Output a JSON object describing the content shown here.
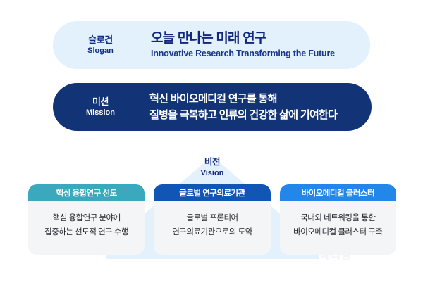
{
  "diagram": {
    "slogan": {
      "label_ko": "슬로건",
      "label_en": "Slogan",
      "headline_ko": "오늘 만나는 미래 연구",
      "headline_en": "Innovative Research Transforming the Future",
      "bg_color": "#e2f1fb",
      "text_color": "#13277d"
    },
    "mission": {
      "label_ko": "미션",
      "label_en": "Mission",
      "line1": "혁신 바이오메디컬 연구를 통해",
      "line2": "질병을 극복하고 인류의 건강한 삶에 기여한다",
      "bg_color": "#123375",
      "text_color": "#ffffff"
    },
    "vision": {
      "label_ko": "비전",
      "label_en": "Vision",
      "roof_color": "#e2f1fb",
      "text_color": "#13277d"
    },
    "strategies": [
      {
        "title": "핵심 융합연구 선도",
        "line1": "핵심 융합연구 분야에",
        "line2": "집중하는 선도적 연구 수행",
        "header_color": "#3aa9bd"
      },
      {
        "title": "글로벌 연구의료기관",
        "line1": "글로벌 프론티어",
        "line2": "연구의료기관으로의 도약",
        "header_color": "#1155b5"
      },
      {
        "title": "바이오메디컬 클러스터",
        "line1": "국내외 네트워킹을 통한",
        "line2": "바이오메디컬 클러스터 구축",
        "header_color": "#2287e8"
      }
    ],
    "watermark": "메디컬"
  }
}
